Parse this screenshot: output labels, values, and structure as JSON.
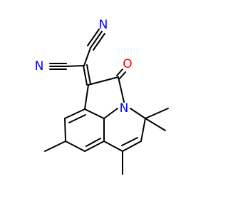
{
  "molecule": {
    "atoms": [
      {
        "id": "n_top",
        "symbol": "N",
        "label": "N",
        "color": "#0000ff"
      },
      {
        "id": "n_left",
        "symbol": "N",
        "label": "N",
        "color": "#0000ff"
      },
      {
        "id": "o_carbonyl",
        "symbol": "O",
        "label": "O",
        "color": "#ff0000"
      },
      {
        "id": "n_ring",
        "symbol": "N",
        "label": "N",
        "color": "#0000ff"
      }
    ],
    "bond_color": "#000000",
    "background": "#ffffff"
  }
}
